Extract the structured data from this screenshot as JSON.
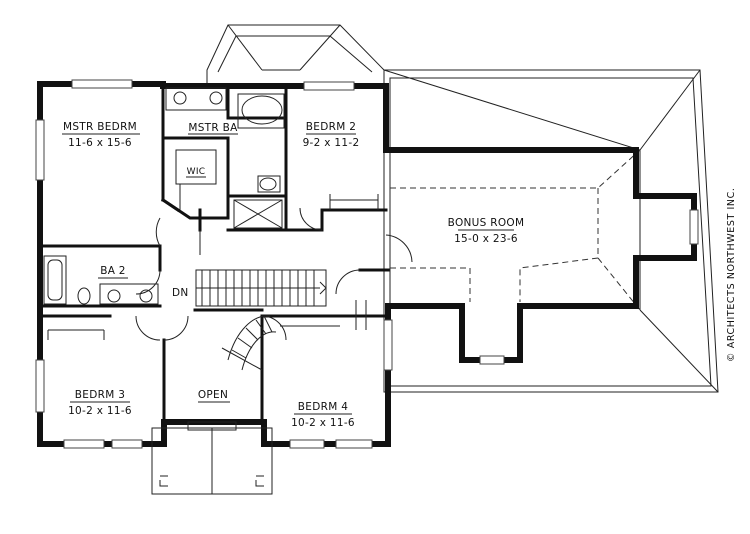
{
  "plan": {
    "rooms": [
      {
        "id": "master_bedroom",
        "name": "MSTR BEDRM",
        "size": "11-6 x 15-6"
      },
      {
        "id": "master_bath",
        "name": "MSTR BA"
      },
      {
        "id": "walk_in_closet",
        "name": "WIC"
      },
      {
        "id": "bedroom_2",
        "name": "BEDRM 2",
        "size": "9-2 x 11-2"
      },
      {
        "id": "bonus_room",
        "name": "BONUS ROOM",
        "size": "15-0 x 23-6"
      },
      {
        "id": "bath_2",
        "name": "BA 2"
      },
      {
        "id": "bedroom_3",
        "name": "BEDRM 3",
        "size": "10-2 x 11-6"
      },
      {
        "id": "open",
        "name": "OPEN"
      },
      {
        "id": "bedroom_4",
        "name": "BEDRM 4",
        "size": "10-2 x 11-6"
      }
    ],
    "stair_label": "DN",
    "copyright": "© ARCHITECTS NORTHWEST INC."
  }
}
